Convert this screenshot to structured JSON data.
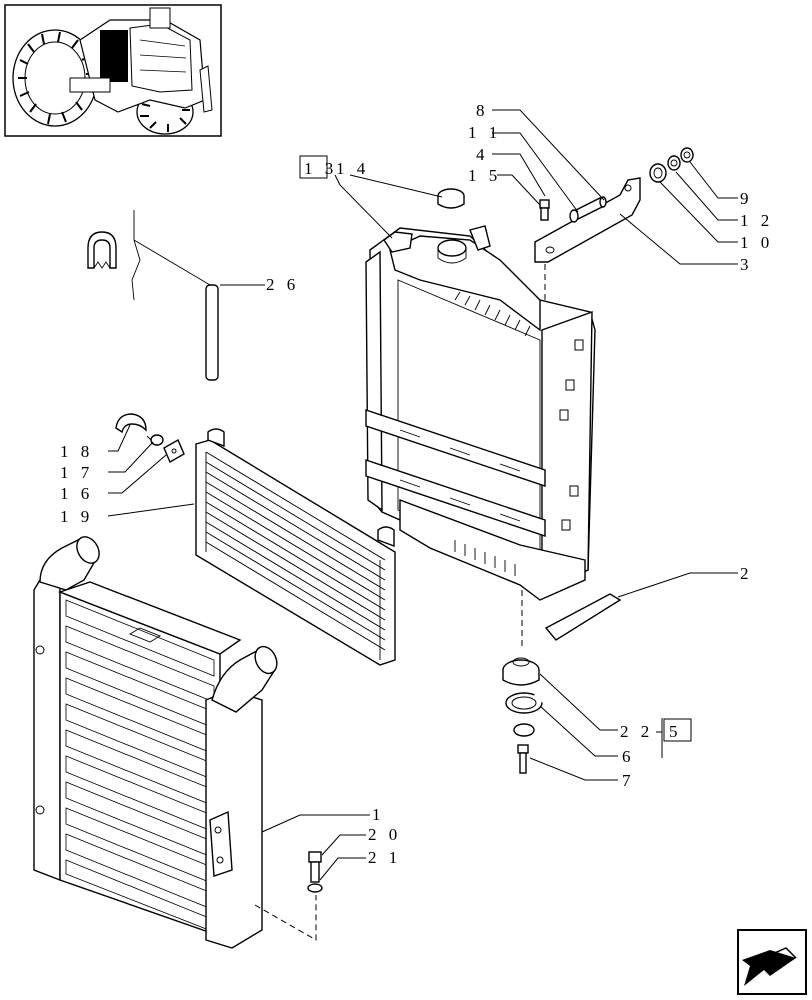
{
  "callouts": {
    "c1": "1",
    "c2": "2",
    "c3": "3",
    "c4": "4",
    "c5": "5",
    "c6": "6",
    "c7": "7",
    "c8": "8",
    "c9": "9",
    "c10": "1 0",
    "c11": "1 1",
    "c12": "1 2",
    "c13": "1 3",
    "c14": "1 4",
    "c15": "1 5",
    "c16": "1 6",
    "c17": "1 7",
    "c18": "1 8",
    "c19": "1 9",
    "c20": "2 0",
    "c21": "2 1",
    "c22": "2 2",
    "c26": "2 6"
  },
  "icons": {
    "thumbnail": "tractor-thumbnail-icon",
    "nav": "next-page-arrow-icon"
  }
}
